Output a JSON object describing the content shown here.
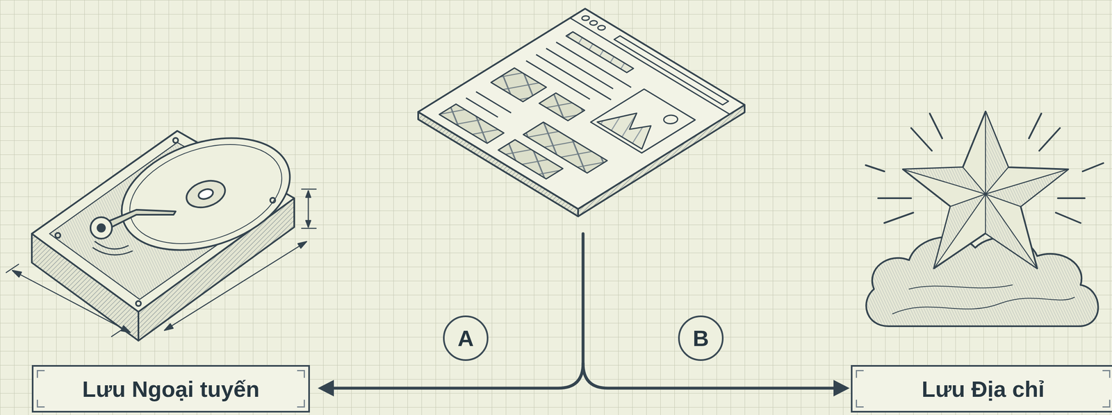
{
  "diagram": {
    "nodes": [
      {
        "text": [
          "Lưu Ngoại tuyến"
        ]
      },
      {
        "text": [
          "A"
        ]
      },
      {
        "text": [
          "B"
        ]
      },
      {
        "text": [
          "Lưu Địa chỉ"
        ]
      }
    ]
  }
}
